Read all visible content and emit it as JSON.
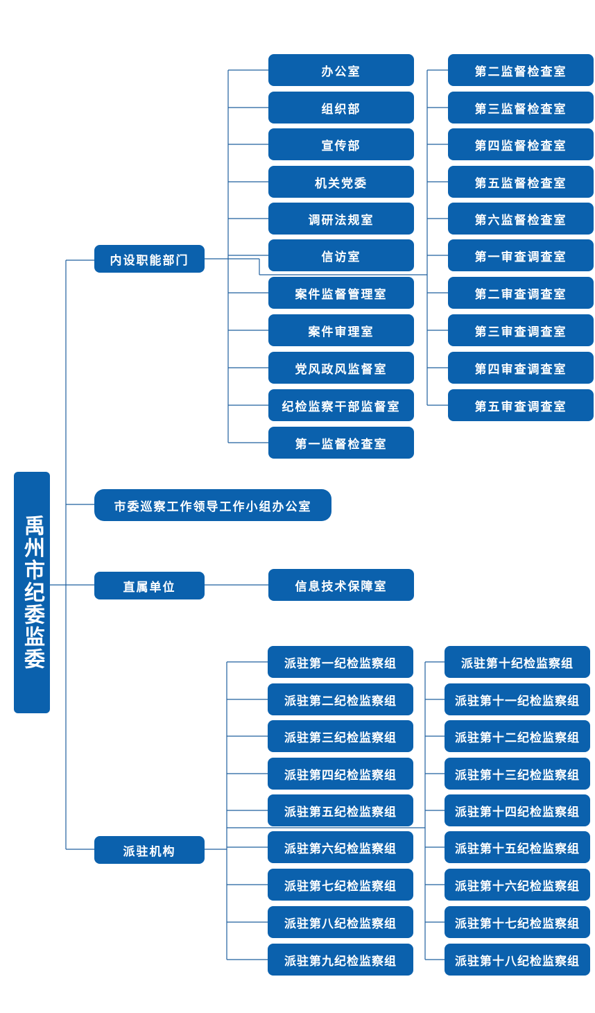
{
  "root": "禹州市纪委监委",
  "branches": {
    "internal": "内设职能部门",
    "inspection_office": "市委巡察工作领导工作小组办公室",
    "direct_units": "直属单位",
    "stationed": "派驻机构"
  },
  "internal_col1": [
    "办公室",
    "组织部",
    "宣传部",
    "机关党委",
    "调研法规室",
    "信访室",
    "案件监督管理室",
    "案件审理室",
    "党风政风监督室",
    "纪检监察干部监督室",
    "第一监督检查室"
  ],
  "internal_col2": [
    "第二监督检查室",
    "第三监督检查室",
    "第四监督检查室",
    "第五监督检查室",
    "第六监督检查室",
    "第一审查调查室",
    "第二审查调查室",
    "第三审查调查室",
    "第四审查调查室",
    "第五审查调查室"
  ],
  "direct_units_children": [
    "信息技术保障室"
  ],
  "stationed_col1": [
    "派驻第一纪检监察组",
    "派驻第二纪检监察组",
    "派驻第三纪检监察组",
    "派驻第四纪检监察组",
    "派驻第五纪检监察组",
    "派驻第六纪检监察组",
    "派驻第七纪检监察组",
    "派驻第八纪检监察组",
    "派驻第九纪检监察组"
  ],
  "stationed_col2": [
    "派驻第十纪检监察组",
    "派驻第十一纪检监察组",
    "派驻第十二纪检监察组",
    "派驻第十三纪检监察组",
    "派驻第十四纪检监察组",
    "派驻第十五纪检监察组",
    "派驻第十六纪检监察组",
    "派驻第十七纪检监察组",
    "派驻第十八纪检监察组"
  ],
  "colors": {
    "box": "#0b61ad",
    "line": "#1f5f9e",
    "text": "#ffffff"
  }
}
